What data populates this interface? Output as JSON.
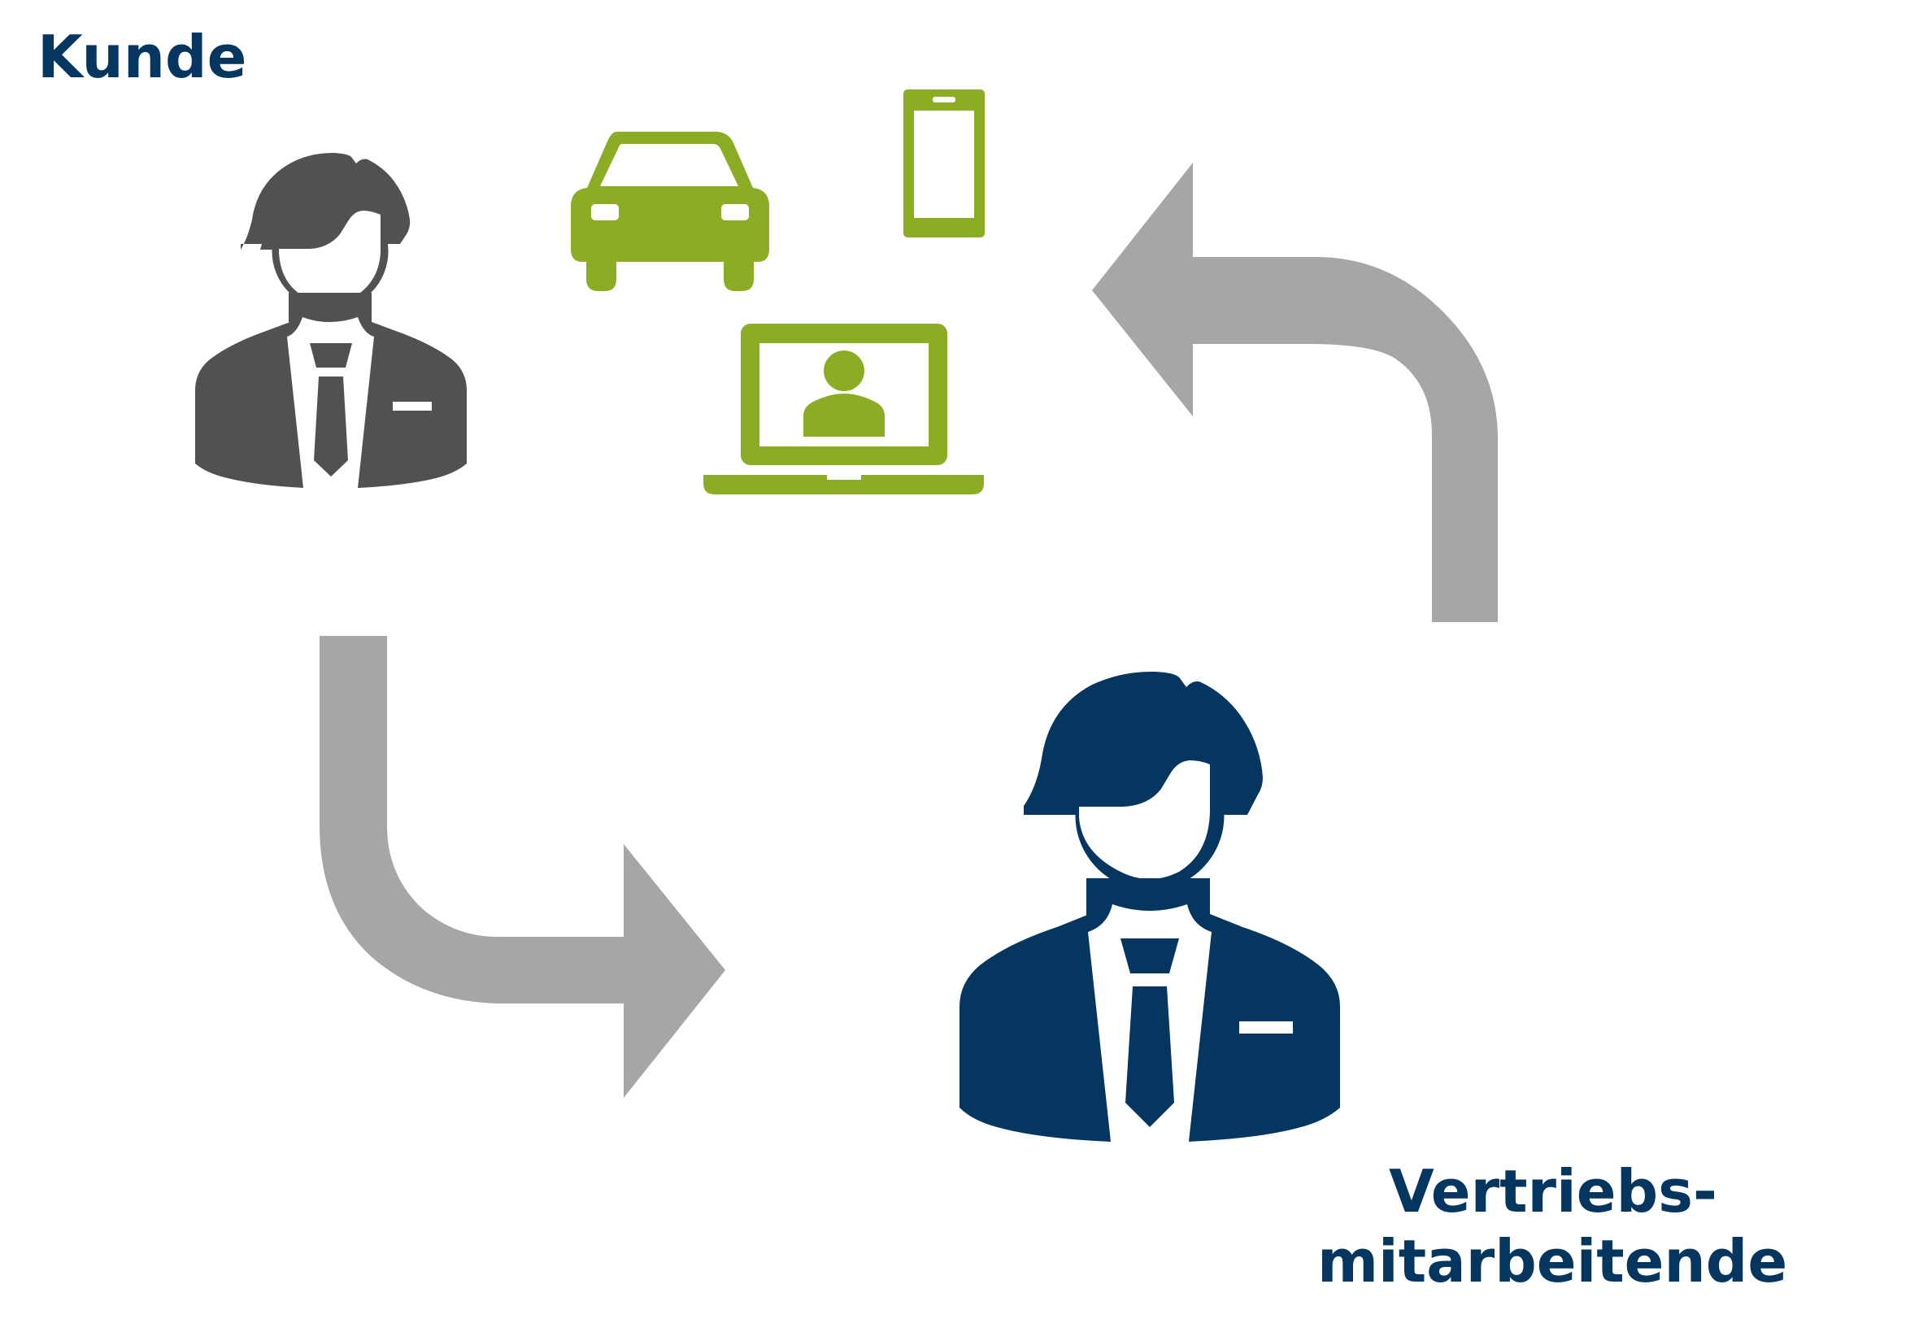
{
  "labels": {
    "customer": "Kunde",
    "sales_line1": "Vertriebs-",
    "sales_line2": "mitarbeitende"
  },
  "colors": {
    "navy": "#04365f",
    "dark_gray": "#515151",
    "green": "#8cac24",
    "arrow_gray": "#a6a6a6",
    "white": "#ffffff"
  },
  "icons": {
    "customer": "person-with-tie-icon",
    "sales": "person-with-tie-icon",
    "channels": [
      "car-icon",
      "smartphone-icon",
      "laptop-video-call-icon"
    ],
    "arrows": [
      "arrow-up-left-icon",
      "arrow-down-right-icon"
    ]
  }
}
